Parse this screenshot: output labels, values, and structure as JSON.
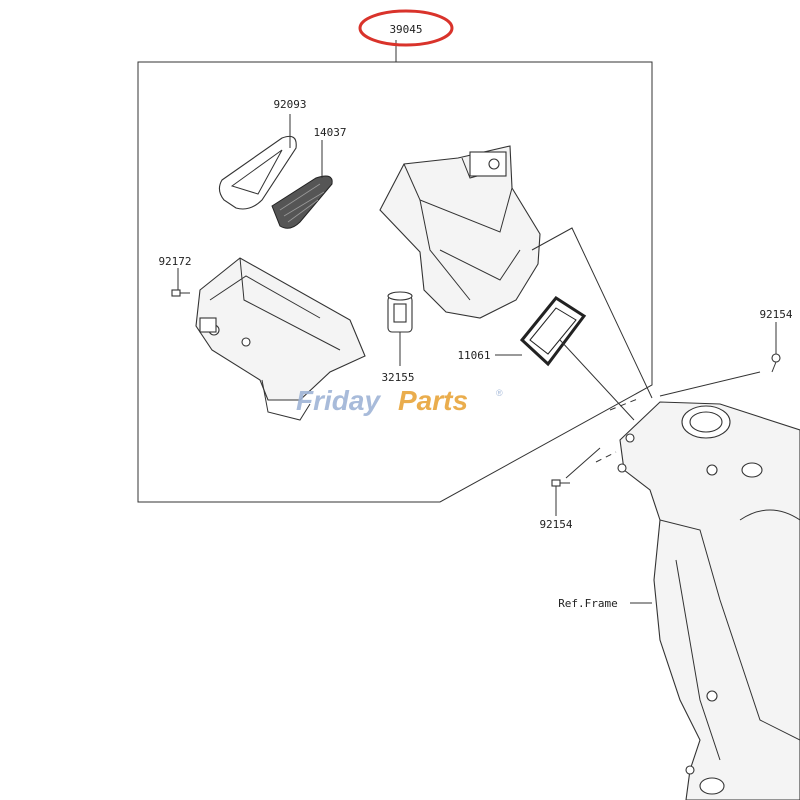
{
  "diagram": {
    "assembly_number": "39045",
    "highlight_color": "#d9332b",
    "parts": {
      "p92093": "92093",
      "p14037": "14037",
      "p92172": "92172",
      "p32155": "32155",
      "p11061": "11061",
      "p92154_top": "92154",
      "p92154_bottom": "92154"
    },
    "ref_frame": "Ref.Frame"
  },
  "watermark": {
    "text_a": "Friday",
    "text_b": "Parts",
    "reg_mark": "®",
    "color_a": "#9fb4d6",
    "color_b": "#e8a53a"
  }
}
